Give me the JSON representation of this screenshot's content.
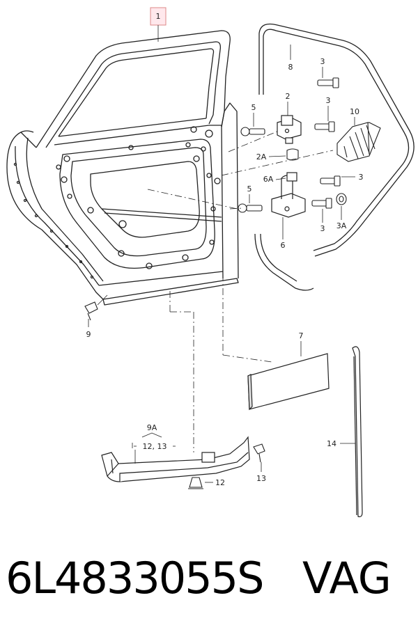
{
  "diagram": {
    "callouts": {
      "c1": "1",
      "c2": "2",
      "c2A": "2A",
      "c3a": "3",
      "c3b": "3",
      "c3c": "3",
      "c3d": "3",
      "c3A": "3A",
      "c5a": "5",
      "c5b": "5",
      "c6": "6",
      "c6A": "6A",
      "c7": "7",
      "c8": "8",
      "c9": "9",
      "c9A": "9A",
      "c9A_sub": "12, 13",
      "c10": "10",
      "c12": "12",
      "c13": "13",
      "c14": "14"
    }
  },
  "caption": {
    "part_number": "6L4833055S",
    "brand": "VAG"
  }
}
